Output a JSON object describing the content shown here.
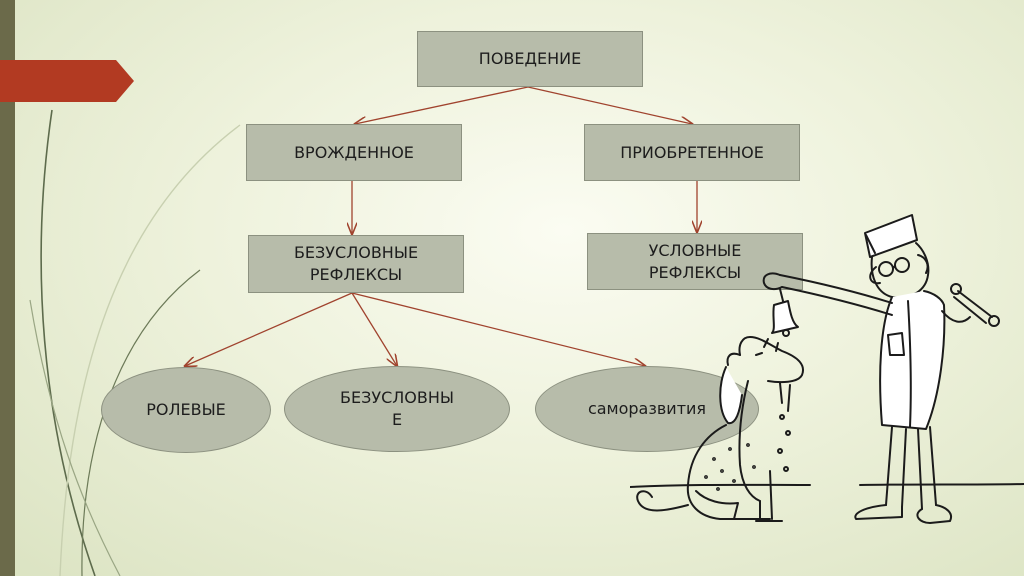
{
  "diagram": {
    "root": {
      "label": "ПОВЕДЕНИЕ"
    },
    "innate": {
      "label": "ВРОЖДЕННОЕ"
    },
    "acquired": {
      "label": "ПРИОБРЕТЕННОЕ"
    },
    "unconditioned": {
      "label": "БЕЗУСЛОВНЫЕ\nРЕФЛЕКСЫ"
    },
    "conditioned": {
      "label": "УСЛОВНЫЕ\nРЕФЛЕКСЫ"
    },
    "leaves": [
      {
        "label": "РОЛЕВЫЕ"
      },
      {
        "label": "БЕЗУСЛОВНЫ\nЕ"
      },
      {
        "label": "саморазвития"
      }
    ]
  },
  "colors": {
    "node_fill": "#b7bcaa",
    "node_border": "#8c9180",
    "arrow": "#a0432e",
    "accent_tab": "#b23a22",
    "left_bar": "#6b6a4a"
  },
  "illustration": {
    "icon": "scientist-with-bell-and-dog-icon"
  }
}
